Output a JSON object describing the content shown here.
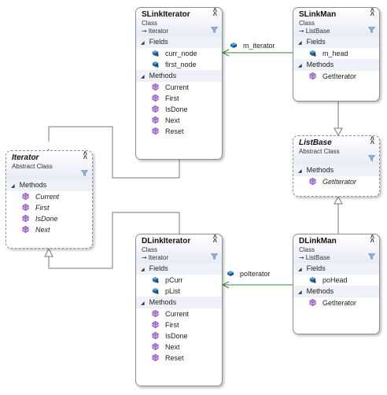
{
  "classes": {
    "slinkiterator": {
      "name": "SLinkIterator",
      "kind": "Class",
      "base": "Iterator",
      "fields_label": "Fields",
      "fields": [
        "curr_node",
        "first_node"
      ],
      "methods_label": "Methods",
      "methods": [
        "Current",
        "First",
        "IsDone",
        "Next",
        "Reset"
      ]
    },
    "slinkman": {
      "name": "SLinkMan",
      "kind": "Class",
      "base": "ListBase",
      "fields_label": "Fields",
      "fields": [
        "m_head"
      ],
      "methods_label": "Methods",
      "methods": [
        "GetIterator"
      ]
    },
    "iterator": {
      "name": "Iterator",
      "kind": "Abstract Class",
      "methods_label": "Methods",
      "methods": [
        "Current",
        "First",
        "IsDone",
        "Next"
      ]
    },
    "listbase": {
      "name": "ListBase",
      "kind": "Abstract Class",
      "methods_label": "Methods",
      "methods": [
        "GetIterator"
      ]
    },
    "dlinkiterator": {
      "name": "DLinkIterator",
      "kind": "Class",
      "base": "Iterator",
      "fields_label": "Fields",
      "fields": [
        "pCurr",
        "pList"
      ],
      "methods_label": "Methods",
      "methods": [
        "Current",
        "First",
        "IsDone",
        "Next",
        "Reset"
      ]
    },
    "dlinkman": {
      "name": "DLinkMan",
      "kind": "Class",
      "base": "ListBase",
      "fields_label": "Fields",
      "fields": [
        "poHead"
      ],
      "methods_label": "Methods",
      "methods": [
        "GetIterator"
      ]
    }
  },
  "associations": {
    "m_iterator": "m_iterator",
    "poiterator": "poIterator"
  },
  "colors": {
    "association": "#3a8a3a",
    "inheritance": "#7a7a7a",
    "field_icon": "#1f6fb5",
    "method_icon": "#7b3fb3"
  }
}
